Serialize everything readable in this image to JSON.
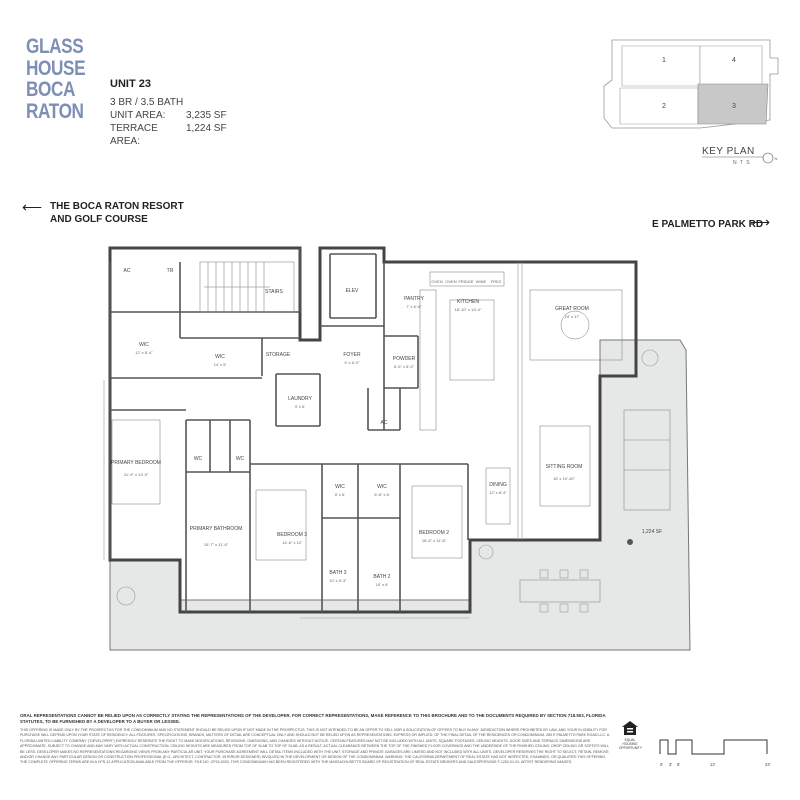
{
  "logo": {
    "lines": [
      "GLASS",
      "HOUSE",
      "BOCA",
      "RATON"
    ]
  },
  "unit": {
    "name": "UNIT 23",
    "beds_baths": "3 BR / 3.5 BATH",
    "area_label": "UNIT AREA:",
    "area_value": "3,235 SF",
    "terrace_label": "TERRACE AREA:",
    "terrace_value": "1,224 SF"
  },
  "key_plan": {
    "label": "KEY PLAN",
    "nts": "N T S",
    "north": "N",
    "units": [
      "1",
      "4",
      "2",
      "3"
    ],
    "highlighted": "3"
  },
  "directions": {
    "left": "THE BOCA RATON RESORT AND GOLF COURSE",
    "left_line1": "THE BOCA RATON RESORT",
    "left_line2": "AND GOLF COURSE",
    "right": "E PALMETTO PARK RD"
  },
  "rooms": {
    "ac": "AC",
    "tr": "TR",
    "stairs": "STAIRS",
    "elev": "ELEV",
    "pantry": "PANTRY",
    "pantry_dim": "7' x 6'-8\"",
    "kitchen": "KITCHEN",
    "kitchen_dim": "18'-10\" x 14'-4\"",
    "great_room": "GREAT ROOM",
    "great_room_dim": "24' x 17'",
    "wic1": "WIC",
    "wic1_dim": "12' x 8'-4\"",
    "wic2": "WIC",
    "wic2_dim": "14' x 5'",
    "storage": "STORAGE",
    "foyer": "FOYER",
    "foyer_dim": "9' x 6'-9\"",
    "powder": "POWDER",
    "powder_dim": "6'-5\" x 6'-3\"",
    "laundry": "LAUNDRY",
    "laundry_dim": "9' x 6'",
    "ac2": "AC",
    "primary_bedroom": "PRIMARY BEDROOM",
    "primary_bedroom_dim": "21'-9\" x 13'-9\"",
    "wc1": "WC",
    "wc2": "WC",
    "wic3": "WIC",
    "wic3_dim": "6' x 6'",
    "wic4": "WIC",
    "wic4_dim": "6'-6\" x 6'",
    "dining": "DINING",
    "dining_dim": "12' x 8'-4\"",
    "sitting_room": "SITTING ROOM",
    "sitting_room_dim": "15' x 10'-10\"",
    "primary_bathroom": "PRIMARY BATHROOM",
    "primary_bathroom_dim": "15'-7\" x 11'-6\"",
    "bedroom3": "BEDROOM 3",
    "bedroom3_dim": "14'-6\" x 12'",
    "bedroom2": "BEDROOM 2",
    "bedroom2_dim": "16'-6\" x 11'-8\"",
    "bath3": "BATH 3",
    "bath3_dim": "10' x 5'-3\"",
    "bath2": "BATH 2",
    "bath2_dim": "10' x 6'",
    "terrace_area": "1,224 SF",
    "appliances": [
      "OVEN",
      "OVEN",
      "FRIDGE",
      "WINE",
      "FREZ"
    ]
  },
  "disclaimer": {
    "bold": "ORAL REPRESENTATIONS CANNOT BE RELIED UPON AS CORRECTLY STATING THE REPRESENTATIONS OF THE DEVELOPER. FOR CORRECT REPRESENTATIONS, MAKE REFERENCE TO THIS BROCHURE AND TO THE DOCUMENTS REQUIRED BY SECTION 718.503, FLORIDA STATUTES, TO BE FURNISHED BY A DEVELOPER TO A BUYER OR LESSEE.",
    "body": "THIS OFFERING IS MADE ONLY BY THE PROSPECTUS FOR THE CONDOMINIUM AND NO STATEMENT SHOULD BE RELIED UPON IF NOT MADE IN THE PROSPECTUS. THIS IS NOT INTENDED TO BE AN OFFER TO SELL NOR A SOLICITATION OF OFFERS TO BUY IN ANY JURISDICTION WHERE PROHIBITED BY LAW, AND YOUR ELIGIBILITY FOR PURCHASE WILL DEPEND UPON YOUR STATE OF RESIDENCY. ALL FEATURES, SPECIFICATIONS, BRANDS, MATTERS OF DETAIL ARE CONCEPTUAL ONLY AND SHOULD NOT BE RELIED UPON AS REPRESENTATIONS, EXPRESS OR IMPLIED, OF THE FINAL DETAIL OF THE RESIDENCES OR CONDOMINIUM. 280 E PALMETTO PARK ROAD LLC, A FLORIDA LIMITED LIABILITY COMPANY (\"DEVELOPER\") EXPRESSLY RESERVES THE RIGHT TO MAKE MODIFICATIONS, REVISIONS, OMISSIONS, AND CHANGES WITHOUT NOTICE. CERTAIN FEATURES MAY NOT BE INCLUDED WITH ALL UNITS. SQUARE FOOTAGES, CEILING HEIGHTS, DOOR SIZES AND TERRACE DIMENSIONS ARE APPROXIMATE, SUBJECT TO CHANGE AND MAY VARY WITH ACTUAL CONSTRUCTION. CEILING HEIGHTS ARE MEASURED FROM TOP OF SLAB TO TOP OF SLAB. AS A RESULT, ACTUAL CLEARANCE BETWEEN THE TOP OF THE FINISHED FLOOR COVERINGS AND THE UNDERSIDE OF THE FINISHED CEILING, DROP CEILING OR SOFFITS WILL BE LESS. DEVELOPER MAKES NO REPRESENTATIONS REGARDING VIEWS FROM ANY PARTICULAR UNIT. YOUR PURCHASE AGREEMENT WILL DETAIL ITEMS INCLUDED WITH THE UNIT. STORAGE AND PRIVATE GARAGES ARE LIMITED AND NOT INCLUDED WITH ALL UNITS. DEVELOPER RESERVES THE RIGHT TO SELECT, RETAIN, REMOVE AND/OR CHANGE ANY PARTICULAR DESIGN OR CONSTRUCTION PROFESSIONAL (E.G., ARCHITECT, CONTRACTOR, INTERIOR DESIGNER) INVOLVED IN THE DEVELOPMENT OR DESIGN OF THE CONDOMINIUM. WARNING: THE CALIFORNIA DEPARTMENT OF REAL ESTATE HAS NOT INSPECTED, EXAMINED, OR QUALIFIED THIS OFFERING. THE COMPLETE OFFERING TERMS ARE IN A CPS-12 APPLICATION AVAILABLE FROM THE OFFEROR. FILE NO. CP24-0033. THIS CONDOMINIUM HAS BEEN REGISTERED WITH THE MASSACHUSETTS BOARD OF REGISTRATION OF REAL ESTATE BROKERS AND SALESPERSONS F-1252-01-01. ARTIST RENDERING IMAGES."
  },
  "equal_housing": "EQUAL HOUSING OPPORTUNITY",
  "scale": {
    "labels": [
      "0'",
      "3'",
      "6'",
      "12'",
      "24'"
    ]
  }
}
